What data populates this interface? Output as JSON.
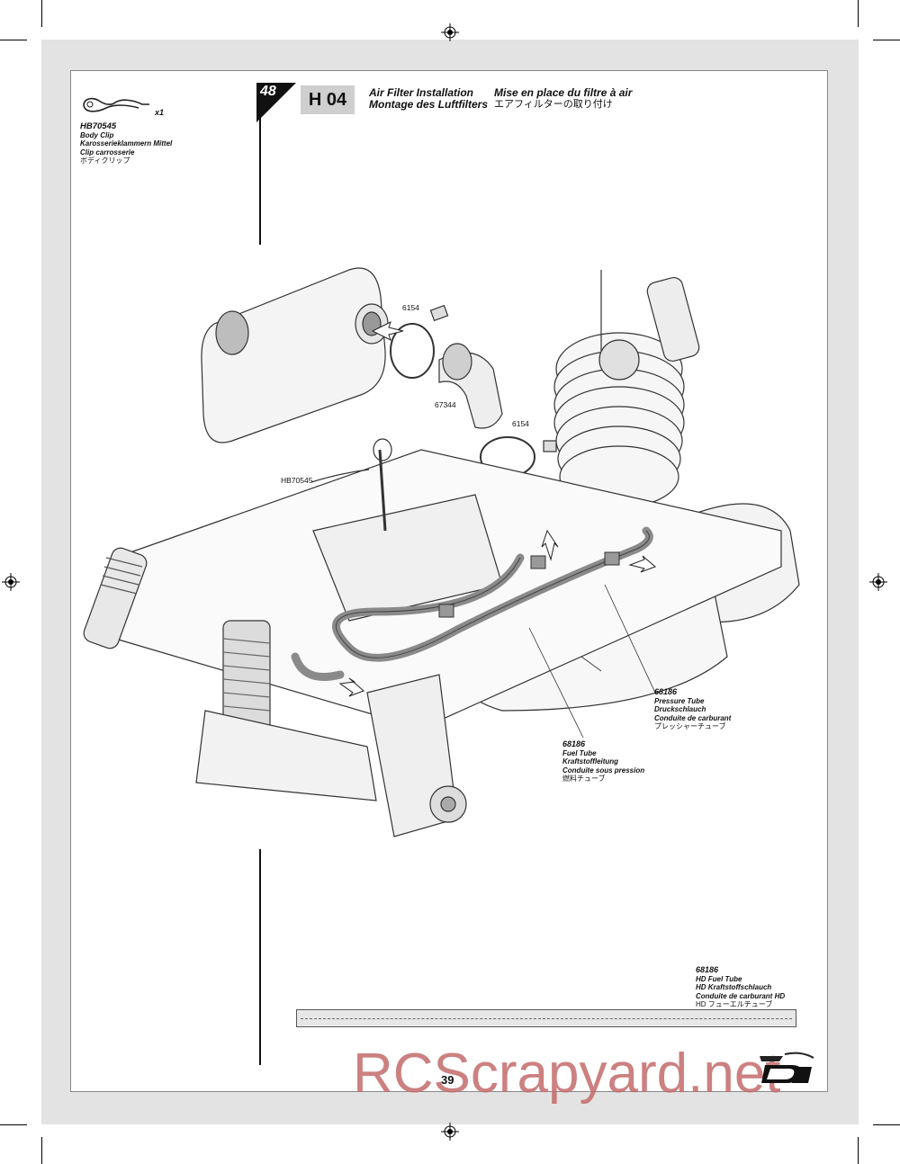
{
  "step": {
    "number": "48",
    "code": "H 04"
  },
  "titles": {
    "en": "Air Filter Installation",
    "de": "Montage des Luftfilters",
    "fr": "Mise en place du filtre à air",
    "jp": "エアフィルターの取り付け"
  },
  "parts_box": {
    "qty": "x1",
    "part_no": "HB70545",
    "en": "Body Clip",
    "de": "Karosserieklammern Mittel",
    "fr": "Clip carrosserie",
    "jp": "ボディクリップ"
  },
  "callouts": {
    "filter_clamp": "6154",
    "elbow": "67344",
    "carb_clamp": "6154",
    "body_clip": "HB70545"
  },
  "pressure_tube": {
    "part_no": "68186",
    "en": "Pressure Tube",
    "de": "Druckschlauch",
    "fr": "Conduite de carburant",
    "jp": "プレッシャーチューブ"
  },
  "fuel_tube": {
    "part_no": "68186",
    "en": "Fuel Tube",
    "de": "Kraftstoffleitung",
    "fr": "Conduite sous pression",
    "jp": "燃料チューブ"
  },
  "hd_fuel_tube": {
    "part_no": "68186",
    "en": "HD Fuel Tube",
    "de": "HD Kraftstoffschlauch",
    "fr": "Conduite de carburant HD",
    "jp": "HD フューエルチューブ"
  },
  "page_number": "39",
  "watermark": "RCScrapyard.net",
  "colors": {
    "frame": "#e3e3e3",
    "watermark": "#c46a6a",
    "step_badge": "#cfcfcf"
  }
}
